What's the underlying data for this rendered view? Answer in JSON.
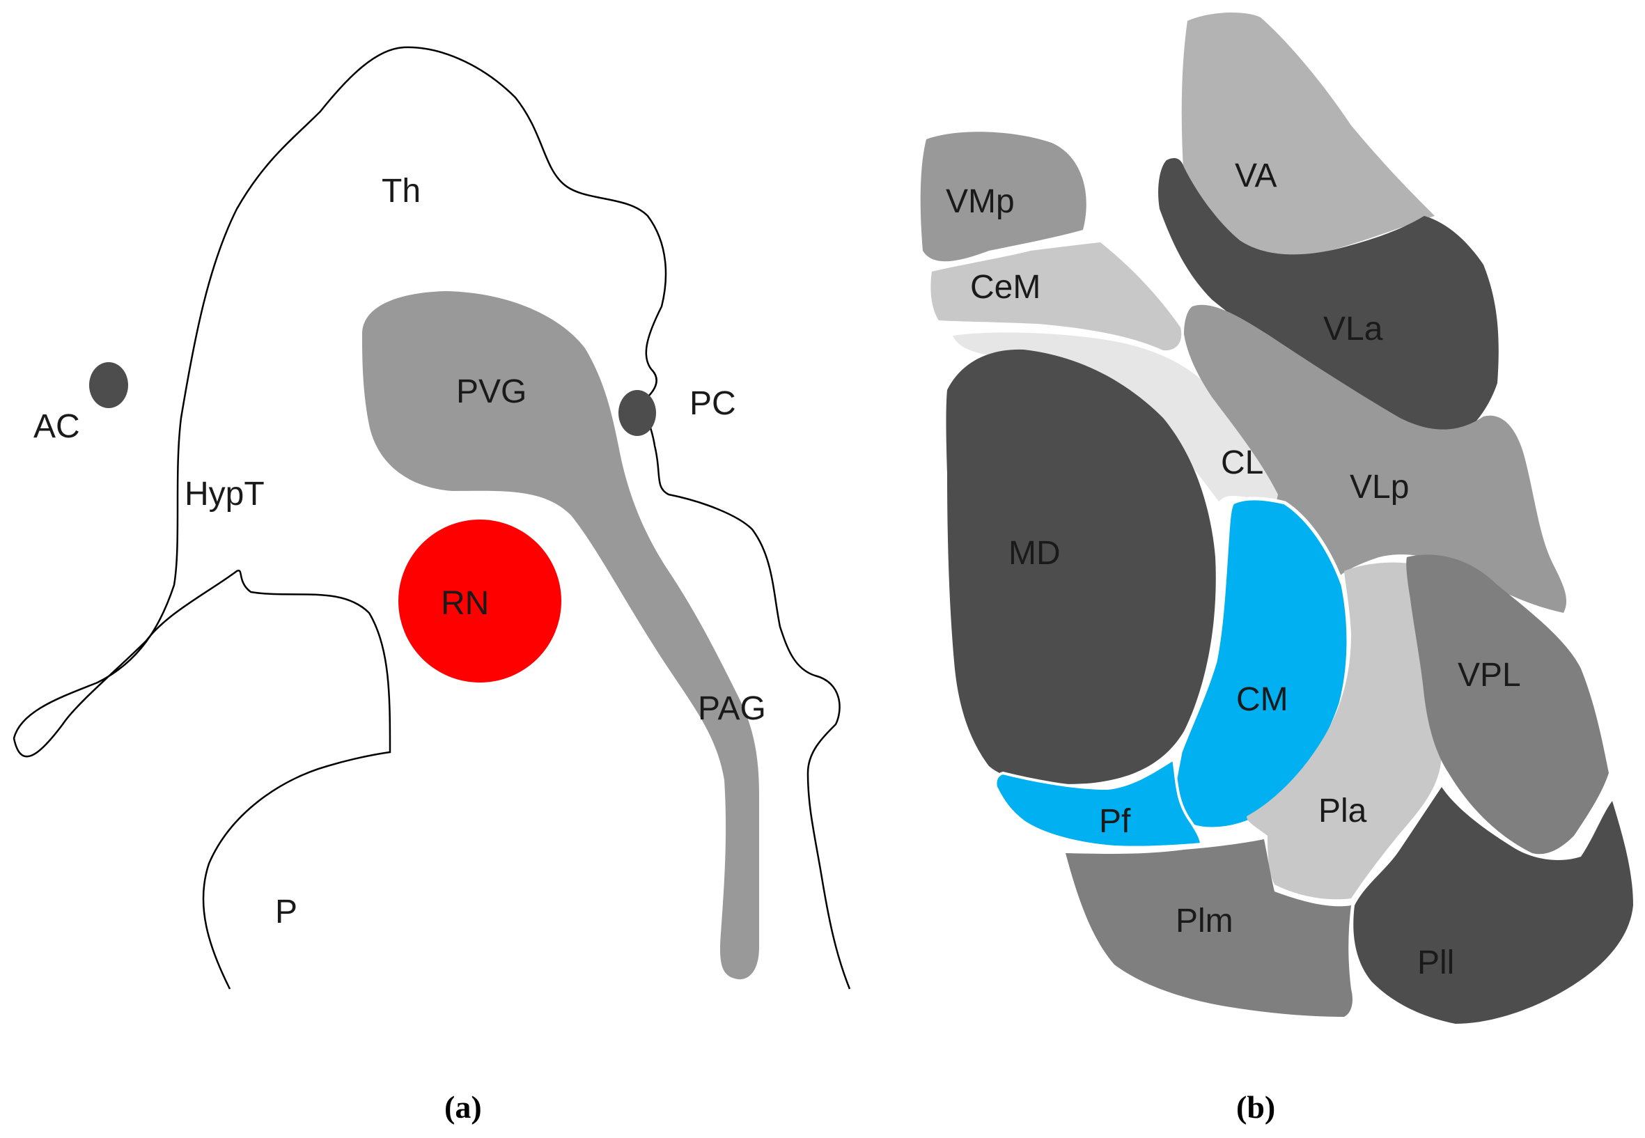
{
  "panel_a": {
    "caption": "(a)",
    "labels": {
      "th": "Th",
      "ac": "AC",
      "hypt": "HypT",
      "pvg": "PVG",
      "pc": "PC",
      "rn": "RN",
      "pag": "PAG",
      "p": "P"
    },
    "colors": {
      "outline": "#000000",
      "pvg_pag": "#999999",
      "rn": "#ff0000",
      "commissure": "#4d4d4d"
    }
  },
  "panel_b": {
    "caption": "(b)",
    "labels": {
      "vmp": "VMp",
      "cem": "CeM",
      "va": "VA",
      "vla": "VLa",
      "cl": "CL",
      "vlp": "VLp",
      "md": "MD",
      "cm": "CM",
      "pf": "Pf",
      "vpl": "VPL",
      "pla": "Pla",
      "plm": "Plm",
      "pll": "Pll"
    },
    "colors": {
      "dark": "#4d4d4d",
      "medium": "#7f7f7f",
      "mid_light": "#999999",
      "light": "#b3b3b3",
      "lighter": "#c8c8c8",
      "palest": "#e6e6e6",
      "highlight": "#00b0f0"
    }
  }
}
